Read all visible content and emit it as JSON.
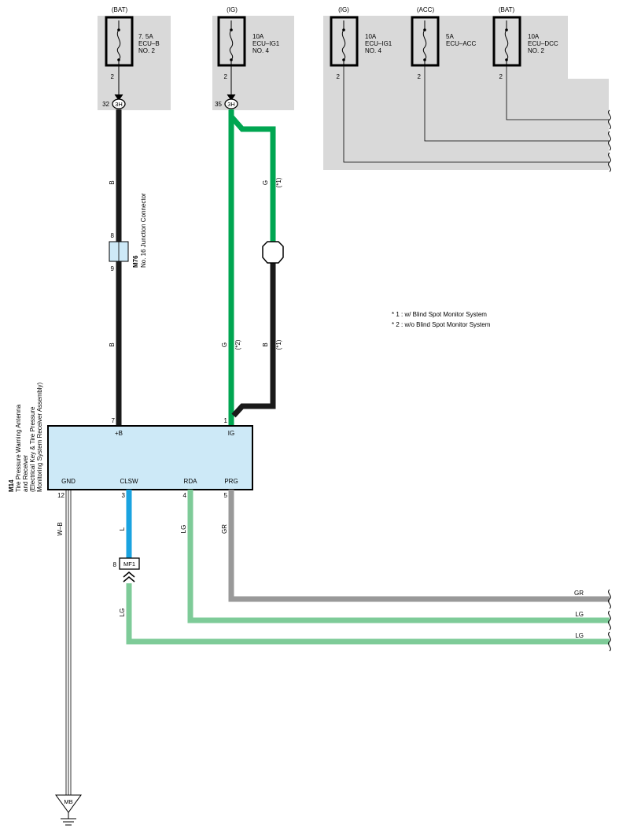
{
  "fuses": [
    {
      "source": "(BAT)",
      "rating": "7. 5A",
      "name": "ECU–B",
      "number": "NO. 2",
      "pin": "2"
    },
    {
      "source": "(IG)",
      "rating": "10A",
      "name": "ECU–IG1",
      "number": "NO. 4",
      "pin": "2"
    },
    {
      "source": "(IG)",
      "rating": "10A",
      "name": "ECU–IG1",
      "number": "NO. 4",
      "pin": "2"
    },
    {
      "source": "(ACC)",
      "rating": "5A",
      "name": "ECU–ACC",
      "number": "",
      "pin": "2"
    },
    {
      "source": "(BAT)",
      "rating": "10A",
      "name": "ECU–DCC",
      "number": "NO. 2",
      "pin": "2"
    }
  ],
  "connectors": {
    "c3h_left": {
      "label": "3H",
      "pin": "32"
    },
    "c3h_right": {
      "label": "3H",
      "pin": "35"
    },
    "m76": {
      "code": "M76",
      "name": "No. 16 Junction Connector",
      "pin_top": "8",
      "pin_bottom": "9"
    },
    "mf1": {
      "label": "MF1",
      "pin": "8"
    },
    "ground": {
      "label": "MB"
    }
  },
  "wire_labels": {
    "b_upper": "B",
    "b_lower": "B",
    "g_upper": "G",
    "g_upper_note": "(*1)",
    "g_lower": "G",
    "g_lower_note": "(*2)",
    "b_right": "B",
    "b_right_note": "(*1)",
    "wb": "W–B",
    "l": "L",
    "lg_rda": "LG",
    "gr_prg": "GR",
    "lg_mf1": "LG",
    "out_gr": "GR",
    "out_lg1": "LG",
    "out_lg2": "LG"
  },
  "notes": [
    "* 1 : w/ Blind Spot Monitor System",
    "* 2 : w/o Blind Spot Monitor System"
  ],
  "ecu": {
    "code": "M14",
    "line1": "Tire Pressure Warning Antenna",
    "line2": "and Receiver",
    "line3": "(Electrical Key & Tire Pressure",
    "line4": "Monitoring System Receiver Assembly)",
    "pins": [
      {
        "name": "+B",
        "num": "7"
      },
      {
        "name": "IG",
        "num": "1"
      },
      {
        "name": "GND",
        "num": "12"
      },
      {
        "name": "CLSW",
        "num": "3"
      },
      {
        "name": "RDA",
        "num": "4"
      },
      {
        "name": "PRG",
        "num": "5"
      }
    ]
  },
  "colors": {
    "fuse_box": "#d9d9d9",
    "wire_black": "#1a1a1a",
    "wire_green": "#00a651",
    "wire_light_green": "#7ecb98",
    "wire_blue": "#1aa3e0",
    "wire_gray": "#999999",
    "ecu_fill": "#cde9f7",
    "connector_fill": "#cde9f7"
  }
}
